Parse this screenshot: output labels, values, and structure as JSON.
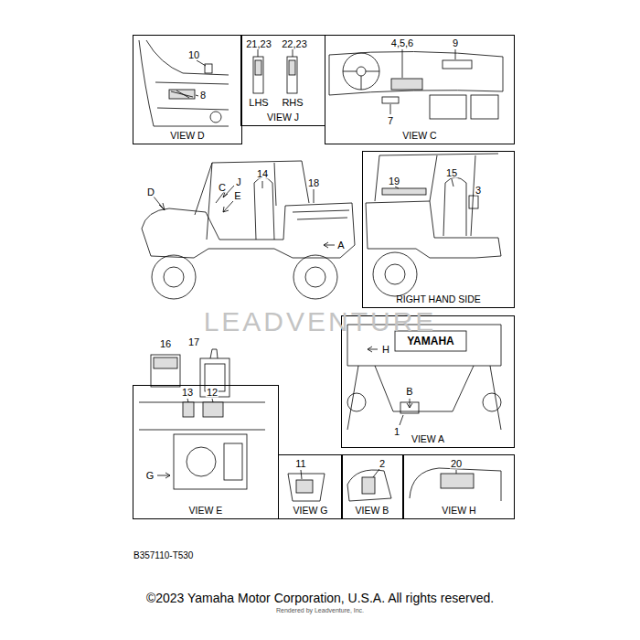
{
  "diagram": {
    "caption": "©2023 Yamaha Motor Corporation, U.S.A. All rights reserved.",
    "nodes": [
      {
        "text": [
          "VIEW D"
        ]
      },
      {
        "text": [
          "VIEW J"
        ]
      },
      {
        "text": [
          "VIEW C"
        ]
      },
      {
        "text": [
          "RIGHT HAND SIDE"
        ]
      },
      {
        "text": [
          "VIEW A"
        ]
      },
      {
        "text": [
          "VIEW E"
        ]
      },
      {
        "text": [
          "VIEW G"
        ]
      },
      {
        "text": [
          "VIEW B"
        ]
      },
      {
        "text": [
          "VIEW H"
        ]
      }
    ],
    "labels": [
      "10",
      "8",
      "21,23",
      "22,23",
      "LHS",
      "RHS",
      "4,5,6",
      "9",
      "7",
      "14",
      "18",
      "D",
      "J",
      "C",
      "E",
      "A",
      "19",
      "15",
      "3",
      "16",
      "17",
      "LEADVENTURE",
      "YAMAHA",
      "H",
      "B",
      "1",
      "13",
      "12",
      "G",
      "11",
      "2",
      "20",
      "B357110-T530",
      "Rendered by Leadventure, Inc."
    ]
  }
}
